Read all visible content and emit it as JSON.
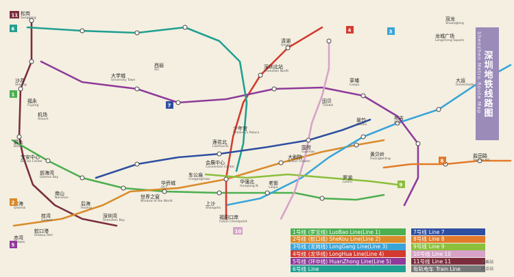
{
  "title": "深圳地铁线路图",
  "subtitle": "Shenzhen Metro Route Map",
  "legend": [
    {
      "num": "1号线",
      "name": "(罗宝线) LuoBao Line(Line 1)",
      "color": "#4caf50"
    },
    {
      "num": "2号线",
      "name": "(蛇口线) SheKou Line(Line 2)",
      "color": "#d98a2a"
    },
    {
      "num": "3号线",
      "name": "(龙岗线) LongGang Line(Line 3)",
      "color": "#3aa4d8"
    },
    {
      "num": "4号线",
      "name": "(龙华线) LongHua Line(Line 4)",
      "color": "#d43a2f"
    },
    {
      "num": "5号线",
      "name": "(环中线) HuanZhong Line(Line 5)",
      "color": "#8e3a9a"
    },
    {
      "num": "6号线",
      "name": "Line",
      "color": "#20a090"
    },
    {
      "num": "7号线",
      "name": "Line 7",
      "color": "#2e4fa1"
    },
    {
      "num": "8号线",
      "name": "Line 8",
      "color": "#e27a2a"
    },
    {
      "num": "9号线",
      "name": "Line 9",
      "color": "#8bbf3c"
    },
    {
      "num": "10号线",
      "name": "Line 10",
      "color": "#d7a3c8"
    },
    {
      "num": "11号线",
      "name": "Line 11",
      "color": "#7b2d3e"
    },
    {
      "num": "有轨电车",
      "name": "Train Line",
      "color": "#777777"
    }
  ],
  "legend_symbols": [
    "换乘站",
    "终点站"
  ],
  "line_badges": [
    {
      "label": "11",
      "color": "#7b2d3e"
    },
    {
      "label": "6",
      "color": "#20a090"
    },
    {
      "label": "4",
      "color": "#d43a2f"
    },
    {
      "label": "3",
      "color": "#3aa4d8"
    },
    {
      "label": "7",
      "color": "#2e4fa1"
    },
    {
      "label": "8",
      "color": "#e27a2a"
    },
    {
      "label": "9",
      "color": "#8bbf3c"
    },
    {
      "label": "5",
      "color": "#8e3a9a"
    },
    {
      "label": "2",
      "color": "#d98a2a"
    },
    {
      "label": "1",
      "color": "#4caf50"
    },
    {
      "label": "10",
      "color": "#d7a3c8"
    }
  ],
  "stations": [
    {
      "zh": "碧头",
      "en": "Bitou"
    },
    {
      "zh": "福永",
      "en": "Fuyong"
    },
    {
      "zh": "机场",
      "en": "Airport"
    },
    {
      "zh": "宝安中心",
      "en": "Bao'an Center"
    },
    {
      "zh": "前海湾",
      "en": "Qianhai Bay"
    },
    {
      "zh": "南山",
      "en": "Nanshan"
    },
    {
      "zh": "后海",
      "en": "Houhai"
    },
    {
      "zh": "深圳湾",
      "en": "Shenzhen Bay"
    },
    {
      "zh": "世界之窗",
      "en": "Window of the World"
    },
    {
      "zh": "华侨城",
      "en": "OCT"
    },
    {
      "zh": "车公庙",
      "en": "Chegongmiao"
    },
    {
      "zh": "会展中心",
      "en": "Convention Center"
    },
    {
      "zh": "福田口岸",
      "en": "Futian Checkpoint"
    },
    {
      "zh": "华强北",
      "en": "Huaqiang N."
    },
    {
      "zh": "老街",
      "en": "Laojie"
    },
    {
      "zh": "大剧院",
      "en": "Grand Theater"
    },
    {
      "zh": "国贸",
      "en": "Guomao"
    },
    {
      "zh": "罗湖",
      "en": "Luohu"
    },
    {
      "zh": "布吉",
      "en": "Buji"
    },
    {
      "zh": "深圳北站",
      "en": "Shenzhen North"
    },
    {
      "zh": "清湖",
      "en": "Qinghu"
    },
    {
      "zh": "双龙",
      "en": "Shuanglong"
    },
    {
      "zh": "龙城广场",
      "en": "Longcheng Square"
    },
    {
      "zh": "大运",
      "en": "Universiade"
    },
    {
      "zh": "沙井",
      "en": "Shajing"
    },
    {
      "zh": "松岗",
      "en": "Songgang"
    },
    {
      "zh": "赤湾",
      "en": "Chiwan"
    },
    {
      "zh": "蛇口港",
      "en": "Shekou Port"
    },
    {
      "zh": "盐田路",
      "en": "Yantian Rd"
    },
    {
      "zh": "黄贝岭",
      "en": "Huangbeiling"
    },
    {
      "zh": "前海",
      "en": "Qianhai"
    },
    {
      "zh": "西丽",
      "en": "Xili"
    },
    {
      "zh": "大学城",
      "en": "University Town"
    },
    {
      "zh": "上沙",
      "en": "Shangsha"
    },
    {
      "zh": "莲花北",
      "en": "Lianhua N."
    },
    {
      "zh": "少年宫",
      "en": "Children's Palace"
    },
    {
      "zh": "田贝",
      "en": "Tianbei"
    },
    {
      "zh": "草埔",
      "en": "Caopu"
    },
    {
      "zh": "翠竹",
      "en": "Cuizhu"
    },
    {
      "zh": "桂湾",
      "en": "Guiwan"
    }
  ]
}
